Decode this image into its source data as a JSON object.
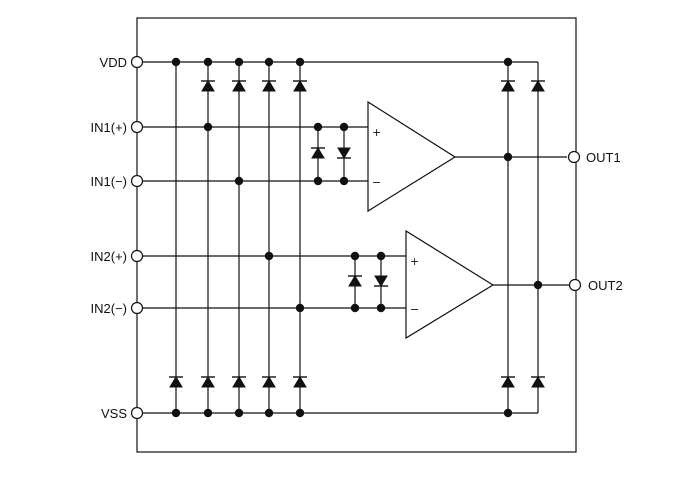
{
  "pins": {
    "vdd": "VDD",
    "in1_plus": "IN1(+)",
    "in1_minus": "IN1(−)",
    "in2_plus": "IN2(+)",
    "in2_minus": "IN2(−)",
    "vss": "VSS",
    "out1": "OUT1",
    "out2": "OUT2"
  },
  "amplifiers": {
    "amp1": {
      "plus": "+",
      "minus": "−"
    },
    "amp2": {
      "plus": "+",
      "minus": "−"
    }
  },
  "colors": {
    "line": "#111111",
    "background": "#ffffff"
  }
}
